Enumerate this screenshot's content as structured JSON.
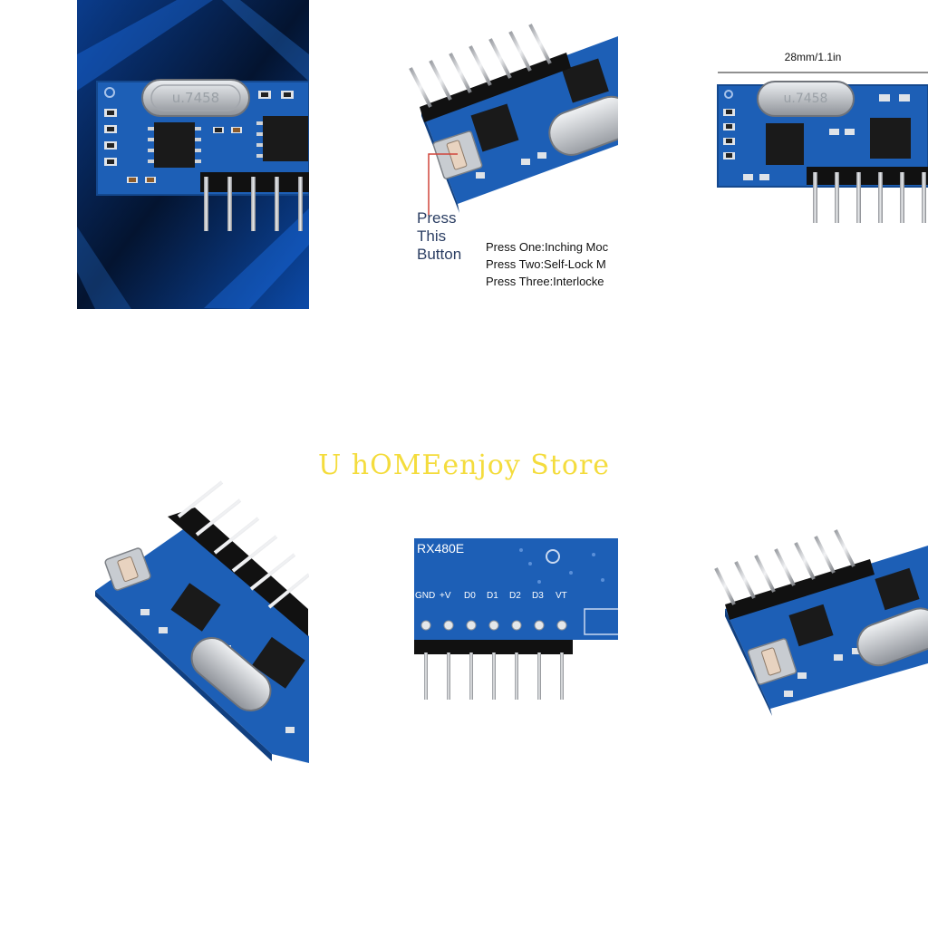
{
  "button_label": [
    "Press",
    "This",
    "Button"
  ],
  "modes": [
    "Press One:Inching Moc",
    "Press Two:Self-Lock M",
    "Press Three:Interlocke"
  ],
  "dimension_label": "28mm/1.1in",
  "crystal_marking": "u.7458",
  "model": "RX480E",
  "pins": [
    "GND",
    "+V",
    "D0",
    "D1",
    "D2",
    "D3",
    "VT"
  ],
  "watermark": "U hOMEenjoy Store",
  "colors": {
    "pcb": "#1d5fb6",
    "pcb_dark": "#113f82",
    "chip": "#1a1a1a",
    "crystal": "#c9ccd0",
    "watermark": "#f3d71c"
  }
}
